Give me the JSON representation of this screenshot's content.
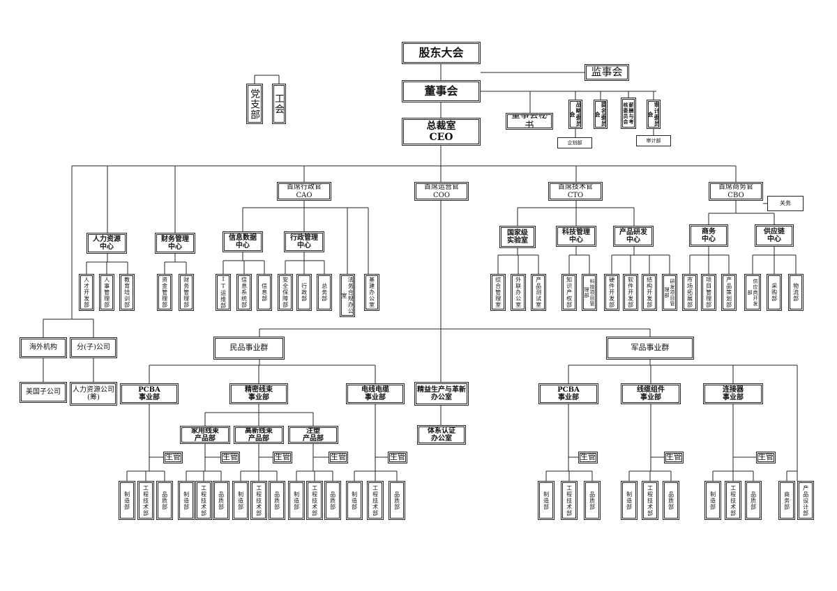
{
  "top": {
    "shareholders": "股东大会",
    "supervisors": "监事会",
    "board": "董事会",
    "party_branch": "党支部",
    "union": "工会",
    "board_secretary": "董事会秘书",
    "ceo_office": "总裁室\nCEO"
  },
  "committees": {
    "strategy": "战略委员会",
    "nomination": "提名委员会",
    "compensation": "薪酬与考核委员会",
    "audit": "审计委员会",
    "planning_dept": "企划部",
    "audit_dept": "审计部"
  },
  "executives": {
    "cao": "首席行政官\nCAO",
    "coo": "首席运营官\nCOO",
    "cto": "首席技术官\nCTO",
    "cbo": "首席商务官\nCBO",
    "cbo_aside": "关务"
  },
  "hr_center": {
    "title": "人力资源\n中心",
    "depts": [
      "人才开发部",
      "人事管理部",
      "教育培训部"
    ]
  },
  "finance_center": {
    "title": "财务管理\n中心",
    "depts": [
      "资金管理部",
      "财务管理部"
    ]
  },
  "info_center": {
    "title": "信息数据\n中心",
    "depts": [
      "IT运维部",
      "信息系统部",
      "信息部"
    ]
  },
  "admin_center": {
    "title": "行政管理\n中心",
    "depts": [
      "安全保障部",
      "行政部",
      "总务部"
    ]
  },
  "cao_direct": [
    "法务合规办公室",
    "基建办公室"
  ],
  "national_lab": {
    "title": "国家级\n实验室",
    "depts": [
      "综合管理室",
      "外联办公室",
      "产品测试室"
    ]
  },
  "tech_center": {
    "title": "科技管理\n中心",
    "depts": [
      "知识产权部",
      "科技项目管理部"
    ]
  },
  "rd_center": {
    "title": "产品研发\n中心",
    "depts": [
      "硬件开发部",
      "软件开发部",
      "结构开发部",
      "研发项目管理部"
    ]
  },
  "business_center": {
    "title": "商务\n中心",
    "depts": [
      "市场拓展部",
      "项目管理部",
      "产品策划部"
    ]
  },
  "supply_center": {
    "title": "供应链\n中心",
    "depts": [
      "供应商开发部",
      "采购部",
      "物流部"
    ]
  },
  "overseas": {
    "title": "海外机构",
    "child": "美国子公司"
  },
  "subsidiaries": {
    "title": "分(子)公司",
    "child": "人力资源公司\n(筹)"
  },
  "civil_group": {
    "title": "民品事业群",
    "pcba": "PCBA\n事业部",
    "harness": "精密线束\n事业部",
    "cable": "电线电缆\n事业部",
    "home_harness": "家用线束\n产品部",
    "hitech_harness": "高新线束\n产品部",
    "molding": "注塑\n产品部"
  },
  "lean_office": "精益生产与革新\n办公室",
  "cert_office": "体系认证\n办公室",
  "military_group": {
    "title": "军品事业群",
    "pcba": "PCBA\n事业部",
    "cable_assembly": "线缆组件\n事业部",
    "connector": "连接器\n事业部"
  },
  "production_mgmt": "生管",
  "plant_depts": [
    "制造部",
    "工程技术部",
    "品质部"
  ],
  "connector_extra": [
    "商务部",
    "产品设计部"
  ]
}
